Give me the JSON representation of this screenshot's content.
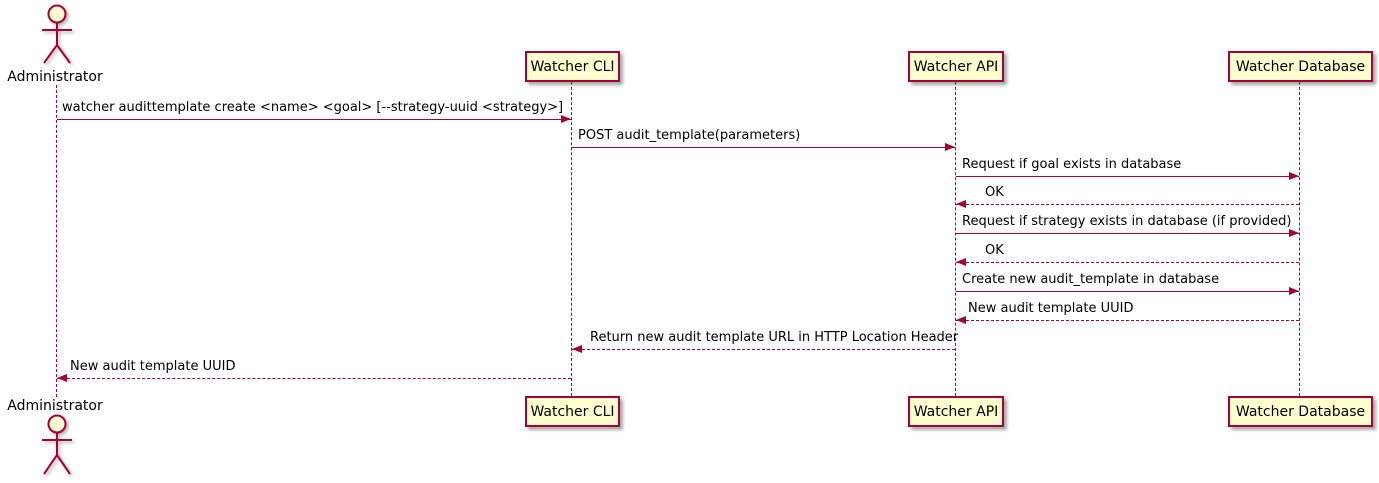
{
  "diagram_type": "sequence",
  "colors": {
    "stroke": "#A80036",
    "participant_fill": "#FEFECE",
    "text": "#000000",
    "background": "#FFFFFF"
  },
  "actor": {
    "label": "Administrator"
  },
  "participants": [
    {
      "label": "Watcher CLI"
    },
    {
      "label": "Watcher API"
    },
    {
      "label": "Watcher Database"
    }
  ],
  "messages": [
    {
      "from": "Administrator",
      "to": "Watcher CLI",
      "line": "solid",
      "text": "watcher audittemplate create <name> <goal> [--strategy-uuid <strategy>]"
    },
    {
      "from": "Watcher CLI",
      "to": "Watcher API",
      "line": "solid",
      "text": "POST audit_template(parameters)"
    },
    {
      "from": "Watcher API",
      "to": "Watcher Database",
      "line": "solid",
      "text": "Request if goal exists in database"
    },
    {
      "from": "Watcher Database",
      "to": "Watcher API",
      "line": "dashed",
      "text": "OK"
    },
    {
      "from": "Watcher API",
      "to": "Watcher Database",
      "line": "solid",
      "text": "Request if strategy exists in database (if provided)"
    },
    {
      "from": "Watcher Database",
      "to": "Watcher API",
      "line": "dashed",
      "text": "OK"
    },
    {
      "from": "Watcher API",
      "to": "Watcher Database",
      "line": "solid",
      "text": "Create new audit_template in database"
    },
    {
      "from": "Watcher Database",
      "to": "Watcher API",
      "line": "dashed",
      "text": "New audit template UUID"
    },
    {
      "from": "Watcher API",
      "to": "Watcher CLI",
      "line": "dashed",
      "text": "Return new audit template URL in HTTP Location Header"
    },
    {
      "from": "Watcher CLI",
      "to": "Administrator",
      "line": "dashed",
      "text": "New audit template UUID"
    }
  ]
}
